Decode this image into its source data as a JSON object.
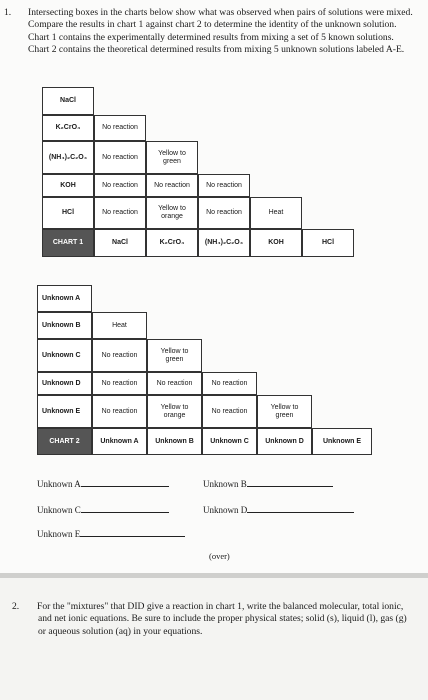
{
  "question1": {
    "number": "1.",
    "text": "Intersecting boxes in the charts below show what was observed when pairs of solutions were mixed. Compare the results in chart 1 against chart 2 to determine the identity of the unknown solution. Chart 1 contains the experimentally determined results from mixing a set of 5 known solutions. Chart 2 contains the theoretical determined results from mixing 5 unknown solutions labeled A-E."
  },
  "chart1": {
    "rows": {
      "naci": "NaCl",
      "k2cro4": "K₂CrO₄",
      "nh4c2o4": "(NH₄)₂C₂O₄",
      "koh": "KOH",
      "hcl": "HCl"
    },
    "cells": {
      "k2cro4_naci": "No reaction",
      "nh4_naci": "No reaction",
      "nh4_k2cro4": "Yellow to green",
      "koh_naci": "No reaction",
      "koh_k2cro4": "No reaction",
      "koh_nh4": "No reaction",
      "hcl_naci": "No reaction",
      "hcl_k2cro4": "Yellow to orange",
      "hcl_nh4": "No reaction",
      "hcl_koh": "Heat"
    },
    "footer": {
      "label": "CHART 1",
      "cols": [
        "NaCl",
        "K₂CrO₄",
        "(NH₄)₂C₂O₄",
        "KOH",
        "HCl"
      ]
    }
  },
  "chart2": {
    "rows": {
      "a": "Unknown A",
      "b": "Unknown B",
      "c": "Unknown C",
      "d": "Unknown D",
      "e": "Unknown E"
    },
    "cells": {
      "b_a": "Heat",
      "c_a": "No reaction",
      "c_b": "Yellow to green",
      "d_a": "No reaction",
      "d_b": "No reaction",
      "d_c": "No reaction",
      "e_a": "No reaction",
      "e_b": "Yellow to orange",
      "e_c": "No reaction",
      "e_d": "Yellow to green"
    },
    "footer": {
      "label": "CHART 2",
      "cols": [
        "Unknown A",
        "Unknown B",
        "Unknown C",
        "Unknown D",
        "Unknown E"
      ]
    }
  },
  "answers": {
    "a": "Unknown A",
    "b": "Unknown B",
    "c": "Unknown C",
    "d": "Unknown D",
    "e": "Unknown E"
  },
  "over": "(over)",
  "question2": {
    "number": "2.",
    "text": "For the \"mixtures\" that DID give a reaction in chart 1, write the balanced molecular, total ionic, and net ionic equations. Be sure to include the proper physical states; solid (s), liquid (l), gas (g) or aqueous solution (aq) in your equations."
  }
}
